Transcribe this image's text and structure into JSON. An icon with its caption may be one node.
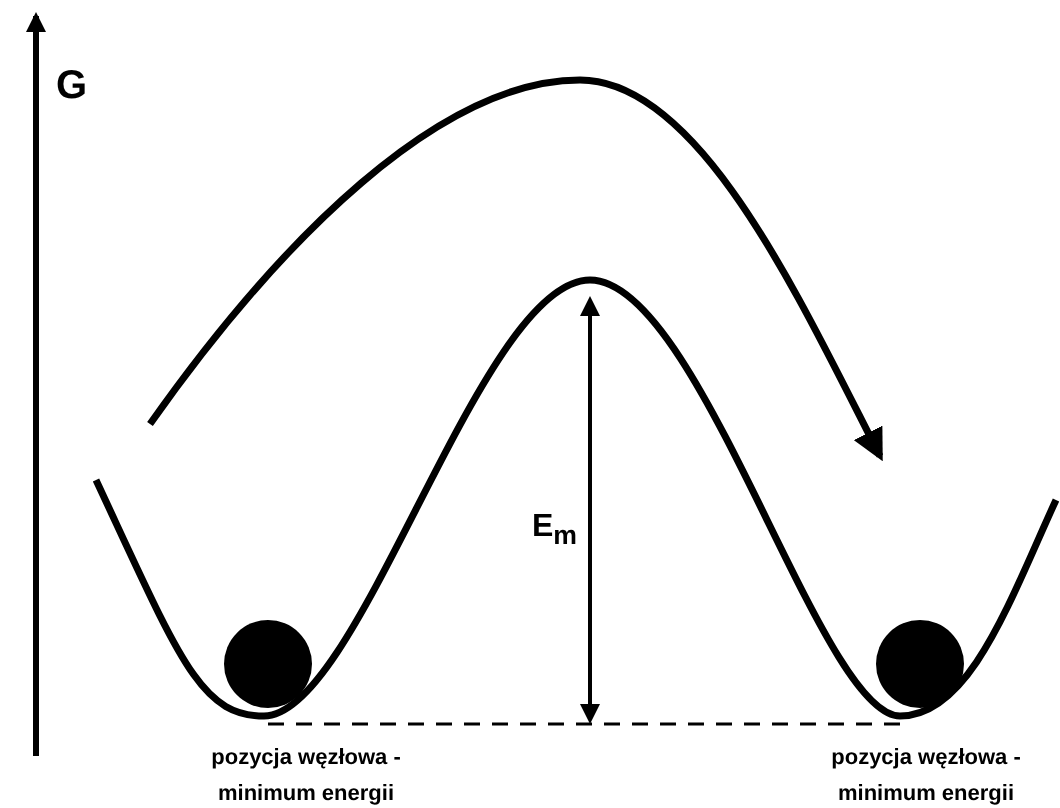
{
  "diagram": {
    "labels": [
      "G",
      "E$_{m}$",
      "pozycja węzłowa - minimum energii",
      "pozycja węzłowa - minimum energii"
    ]
  }
}
